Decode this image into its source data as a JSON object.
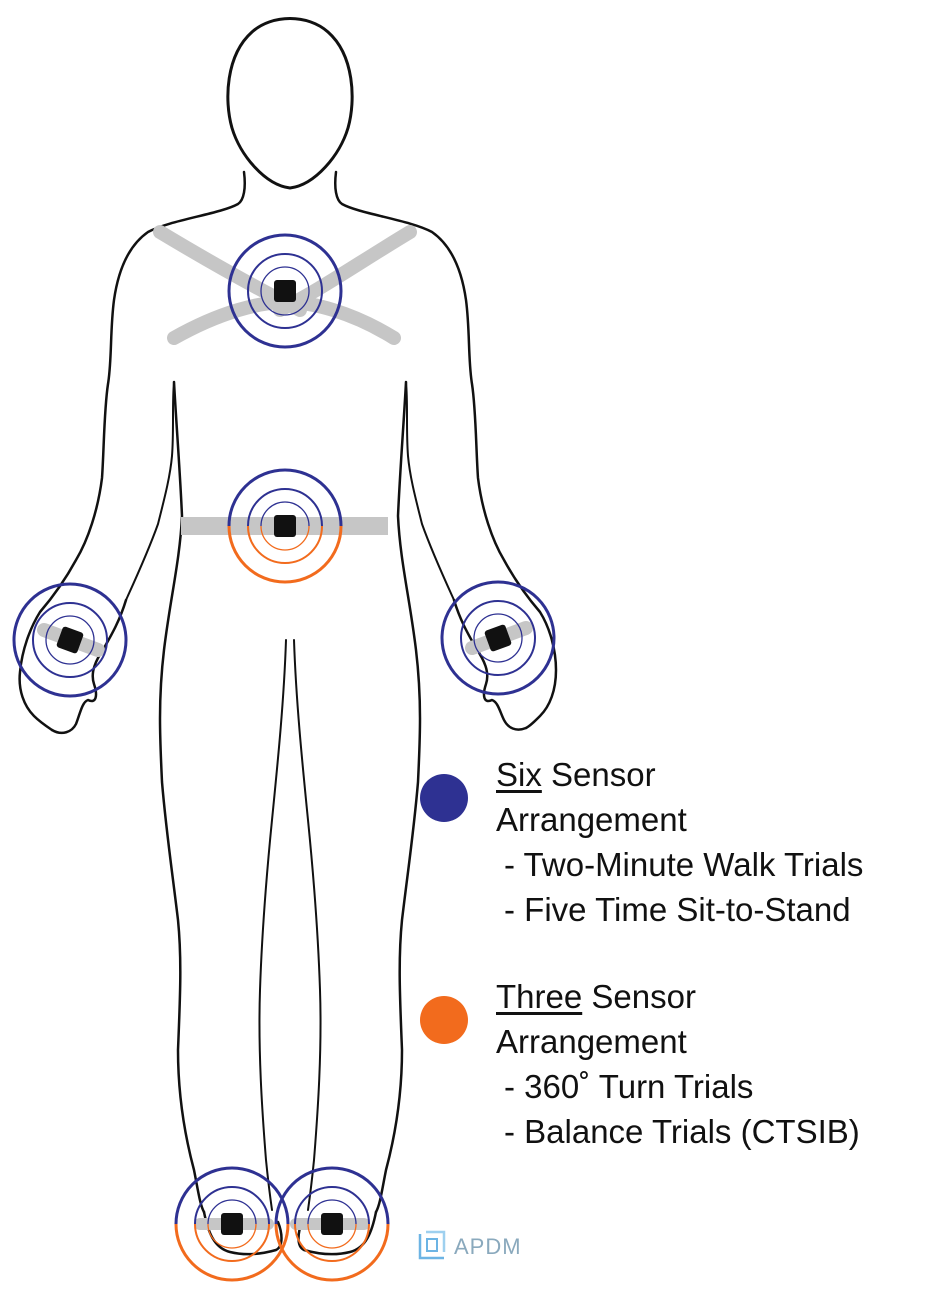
{
  "legend": {
    "six": {
      "title_emphasis": "Six",
      "title_rest": " Sensor",
      "title_line2": "Arrangement",
      "trials": [
        "- Two-Minute Walk Trials",
        "- Five Time Sit-to-Stand"
      ],
      "color": "#2e3192"
    },
    "three": {
      "title_emphasis": "Three",
      "title_rest": " Sensor",
      "title_line2": "Arrangement",
      "trials": [
        "- 360˚ Turn Trials",
        "- Balance Trials (CTSIB)"
      ],
      "color": "#f26b1d"
    }
  },
  "colors": {
    "six_sensor": "#2e3192",
    "three_sensor": "#f26b1d",
    "strap": "#c6c6c6",
    "sensor_body": "#111111",
    "outline": "#111111",
    "logo": "#6cb4e4"
  },
  "logo": {
    "text": "APDM"
  },
  "sensors": [
    {
      "location": "sternum",
      "arrangement": [
        "six"
      ],
      "icon": "square-sensor-icon"
    },
    {
      "location": "lumbar",
      "arrangement": [
        "six",
        "three"
      ],
      "icon": "square-sensor-icon"
    },
    {
      "location": "left-wrist",
      "arrangement": [
        "six"
      ],
      "icon": "square-sensor-icon"
    },
    {
      "location": "right-wrist",
      "arrangement": [
        "six"
      ],
      "icon": "square-sensor-icon"
    },
    {
      "location": "left-foot",
      "arrangement": [
        "six",
        "three"
      ],
      "icon": "square-sensor-icon"
    },
    {
      "location": "right-foot",
      "arrangement": [
        "six",
        "three"
      ],
      "icon": "square-sensor-icon"
    }
  ]
}
